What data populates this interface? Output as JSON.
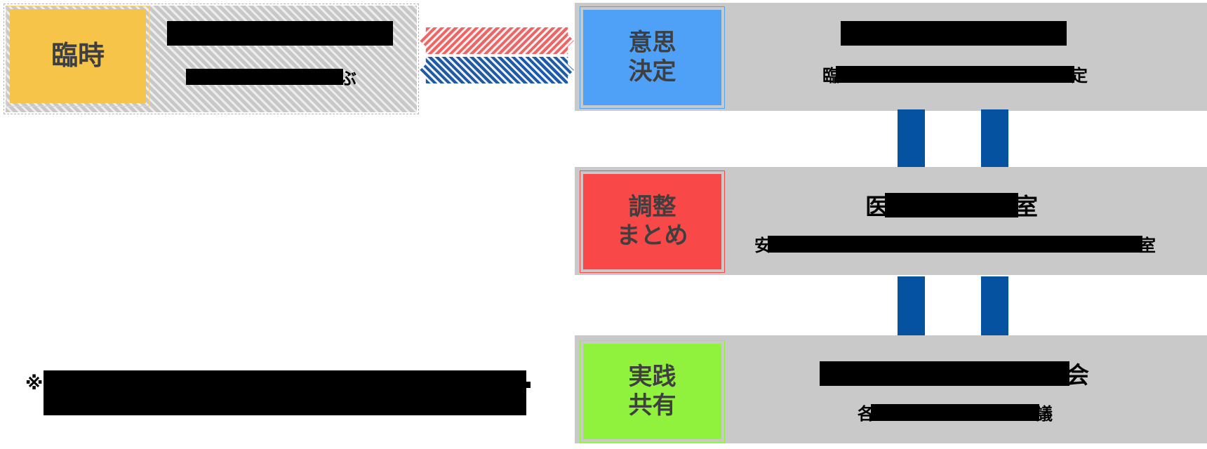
{
  "left_block": {
    "tag_label": "臨時",
    "line1": {
      "redacted": true
    },
    "line2": {
      "redacted": true,
      "trail": "ぶ"
    }
  },
  "arrows": {
    "red_arrow": "bidirectional-striped-arrow",
    "blue_arrow": "bidirectional-striped-arrow"
  },
  "rows": [
    {
      "label": "意思\n決定",
      "line1": {
        "redacted": true
      },
      "line2": {
        "redacted": true,
        "lead": "臨",
        "trail": "定"
      }
    },
    {
      "label": "調整\nまとめ",
      "line1": {
        "redacted": true,
        "lead": "医",
        "trail": "室"
      },
      "line2": {
        "redacted": true,
        "lead": "安",
        "trail": "室"
      }
    },
    {
      "label": "実践\n共有",
      "line1": {
        "redacted": true,
        "trail": "会"
      },
      "line2": {
        "redacted": true,
        "lead": "各",
        "trail": "議"
      }
    }
  ],
  "note": {
    "marker": "※",
    "redacted": true
  },
  "colors": {
    "tag_yellow": "#f7c44a",
    "box_blue": "#4fa0f7",
    "box_red": "#f94848",
    "box_green": "#90f23d",
    "row_gray": "#c9c9c9",
    "hatch_gray": "#c8c8c8",
    "connector_blue": "#0452a0",
    "arrow_red": "#ed6666",
    "arrow_blue": "#2059a4",
    "label_text": "#3f3f3f",
    "redaction": "#000000"
  }
}
